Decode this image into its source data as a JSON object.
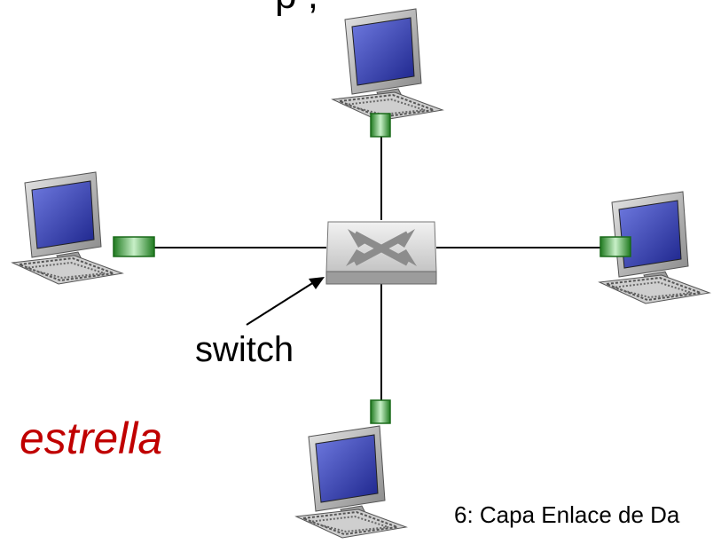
{
  "title_fragment": "p                    ,",
  "switch_label": "switch",
  "topology_label": "estrella",
  "footer": "6: Capa Enlace de Da",
  "colors": {
    "topology_label": "#c00000",
    "connector": "#2e9e2e",
    "screen": "#3a46b8",
    "link": "#000000"
  },
  "icons": [
    "computer-icon",
    "switch-icon",
    "connector-icon"
  ]
}
